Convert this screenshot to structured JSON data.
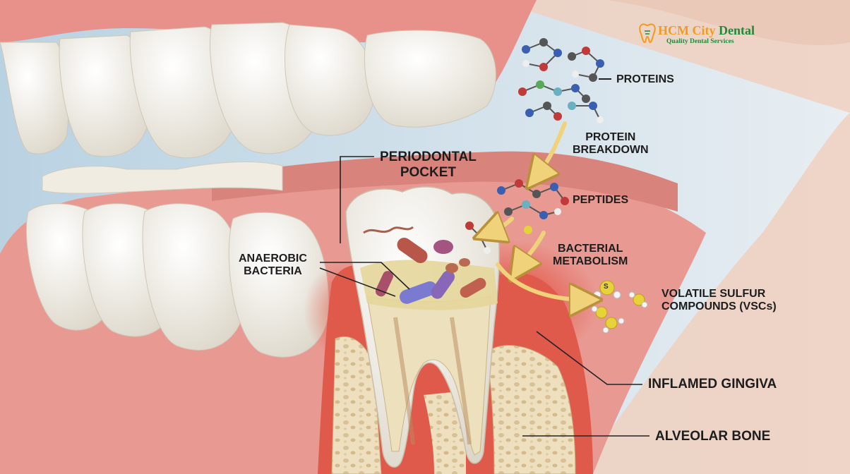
{
  "brand": {
    "name_part1": "HCM City",
    "name_part2": " Dental",
    "tagline": "Quality Dental Services",
    "colors": {
      "orange": "#f29a1c",
      "green": "#1e8a3a"
    },
    "icon": "tooth-logo-icon"
  },
  "labels": {
    "proteins": "PROTEINS",
    "protein_breakdown_1": "PROTEIN",
    "protein_breakdown_2": "BREAKDOWN",
    "peptides": "PEPTIDES",
    "bacterial_metabolism_1": "BACTERIAL",
    "bacterial_metabolism_2": "METABOLISM",
    "vsc_1": "VOLATILE SULFUR",
    "vsc_2": "COMPOUNDS (VSCs)",
    "periodontal_pocket_1": "PERIODONTAL",
    "periodontal_pocket_2": "POCKET",
    "anaerobic_bacteria_1": "ANAEROBIC",
    "anaerobic_bacteria_2": "BACTERIA",
    "inflamed_gingiva": "INFLAMED GINGIVA",
    "alveolar_bone": "ALVEOLAR BONE",
    "sulfur_symbol": "S"
  },
  "colors": {
    "gum": "#e89a92",
    "gum_inflamed": "#e0463a",
    "enamel": "#f4f1ea",
    "bone": "#efe2c4",
    "arrow": "#f3d98a",
    "skin": "#f2c9b4"
  }
}
